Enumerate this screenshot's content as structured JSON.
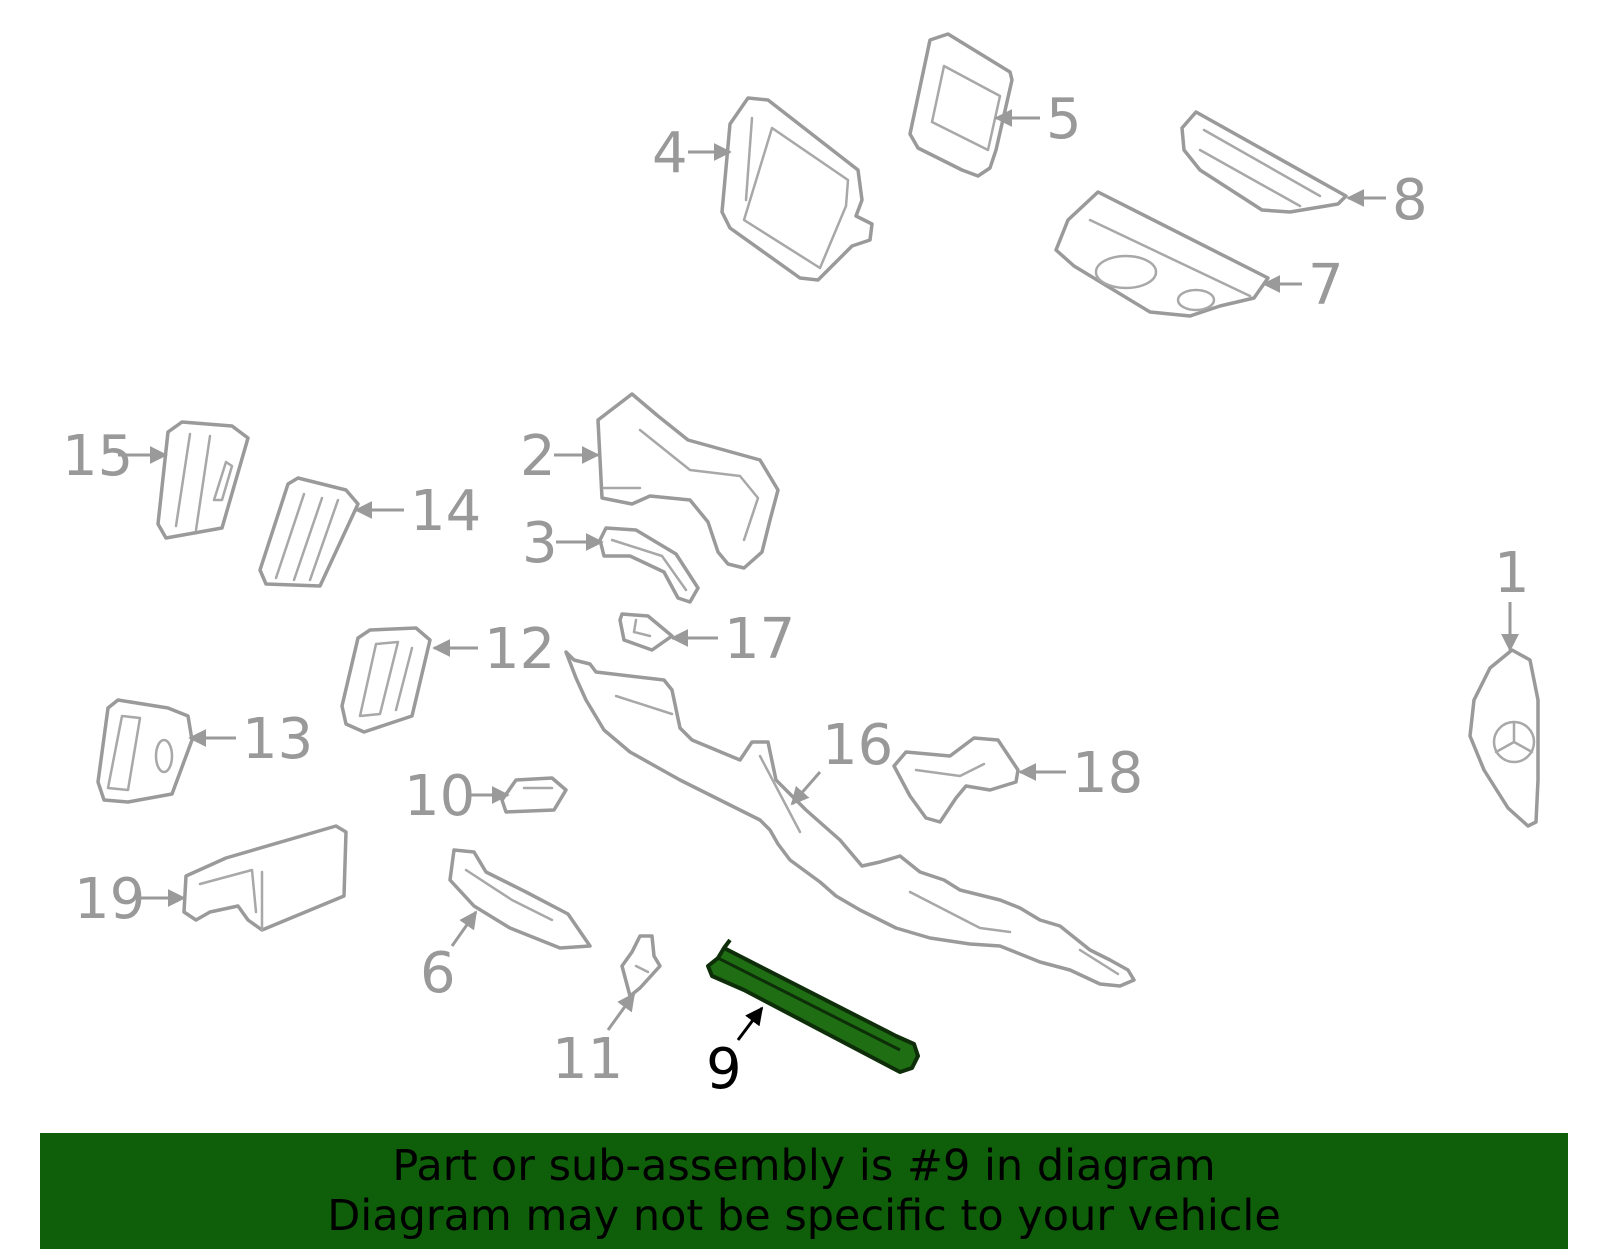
{
  "colors": {
    "part_stroke": "#9a9a9a",
    "label_text": "#999999",
    "highlight_fill": "#1f6e14",
    "highlight_stroke": "#0d2e08",
    "banner_bg": "#0f5e0a"
  },
  "highlighted_part": "9",
  "callouts": [
    "1",
    "2",
    "3",
    "4",
    "5",
    "6",
    "7",
    "8",
    "9",
    "10",
    "11",
    "12",
    "13",
    "14",
    "15",
    "16",
    "17",
    "18",
    "19"
  ],
  "banner": {
    "line1": "Part or sub-assembly is #9 in diagram",
    "line2": "Diagram may not be specific to your vehicle"
  }
}
